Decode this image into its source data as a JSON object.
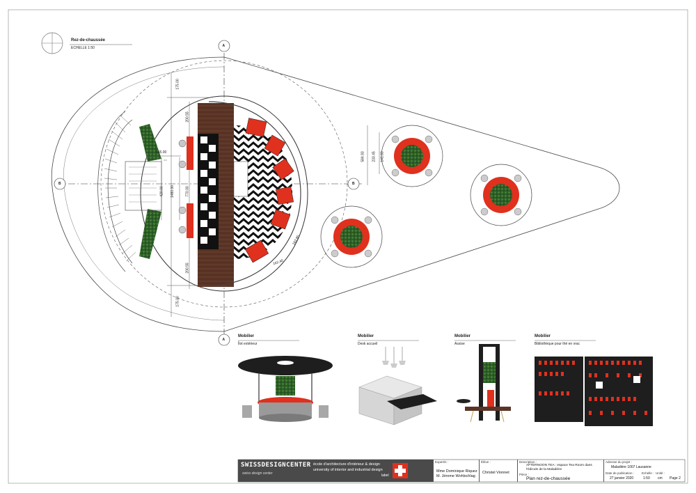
{
  "plan": {
    "title": "Rez-de-chaussée",
    "scale": "ECHELLE 1:50",
    "section_marks": {
      "top": "A",
      "bottom": "A",
      "left": "B",
      "right": "B"
    },
    "dims": {
      "d175_top": "175.00",
      "d20055_top": "200.55",
      "d565": "565.00",
      "d420": "420.00",
      "d1480": "1480.00",
      "d770": "770.00",
      "d20055_bot": "200.55",
      "d175_bot": "175.00",
      "d16285": "162.85",
      "d16240": "162.40",
      "d58493": "584.93",
      "d23345": "233.45",
      "d14183": "141.83"
    }
  },
  "mobilier": [
    {
      "title": "Mobilier",
      "subtitle": "Îlot extérieur"
    },
    {
      "title": "Mobilier",
      "subtitle": "Desk accueil"
    },
    {
      "title": "Mobilier",
      "subtitle": "Assise"
    },
    {
      "title": "Mobilier",
      "subtitle": "Bibliothèque pour thé en vrac"
    }
  ],
  "titleblock": {
    "logo_text": "SWISSDESIGNCENTER",
    "logo_sub": "swiss design center",
    "school_line1": "école d'architecture d'intérieur & design",
    "school_line2": "university of interior and industrial design",
    "label_text": "label",
    "experts_label": "Expert/s :",
    "experts_line1": "Mme Dominique Riquez",
    "experts_line2": "M. Jérome Wohlschlag",
    "eleve_label": "Élève :",
    "eleve": "Christel Vionnet",
    "description_label": "Description :",
    "description": "AFTERNOON TEA : espace Tea Room dans l'édicule de la Maladière",
    "piece_label": "Pièce :",
    "piece": "Plan rez-de-chaussée",
    "adresse_label": "Adresse du projet :",
    "adresse": "Maladière 1007 Lausanne",
    "date_label": "Date de publication :",
    "date": "27 janvier 2020",
    "echelle_label": "Echelle :",
    "echelle": "1:50",
    "unite_label": "Unité :",
    "unite": "cm",
    "page": "Page 2"
  },
  "colors": {
    "red": "#e0301e",
    "wood": "#5a3426",
    "green": "#2f6b2a",
    "dark": "#1e1e1e",
    "gray": "#9a9a9a"
  }
}
